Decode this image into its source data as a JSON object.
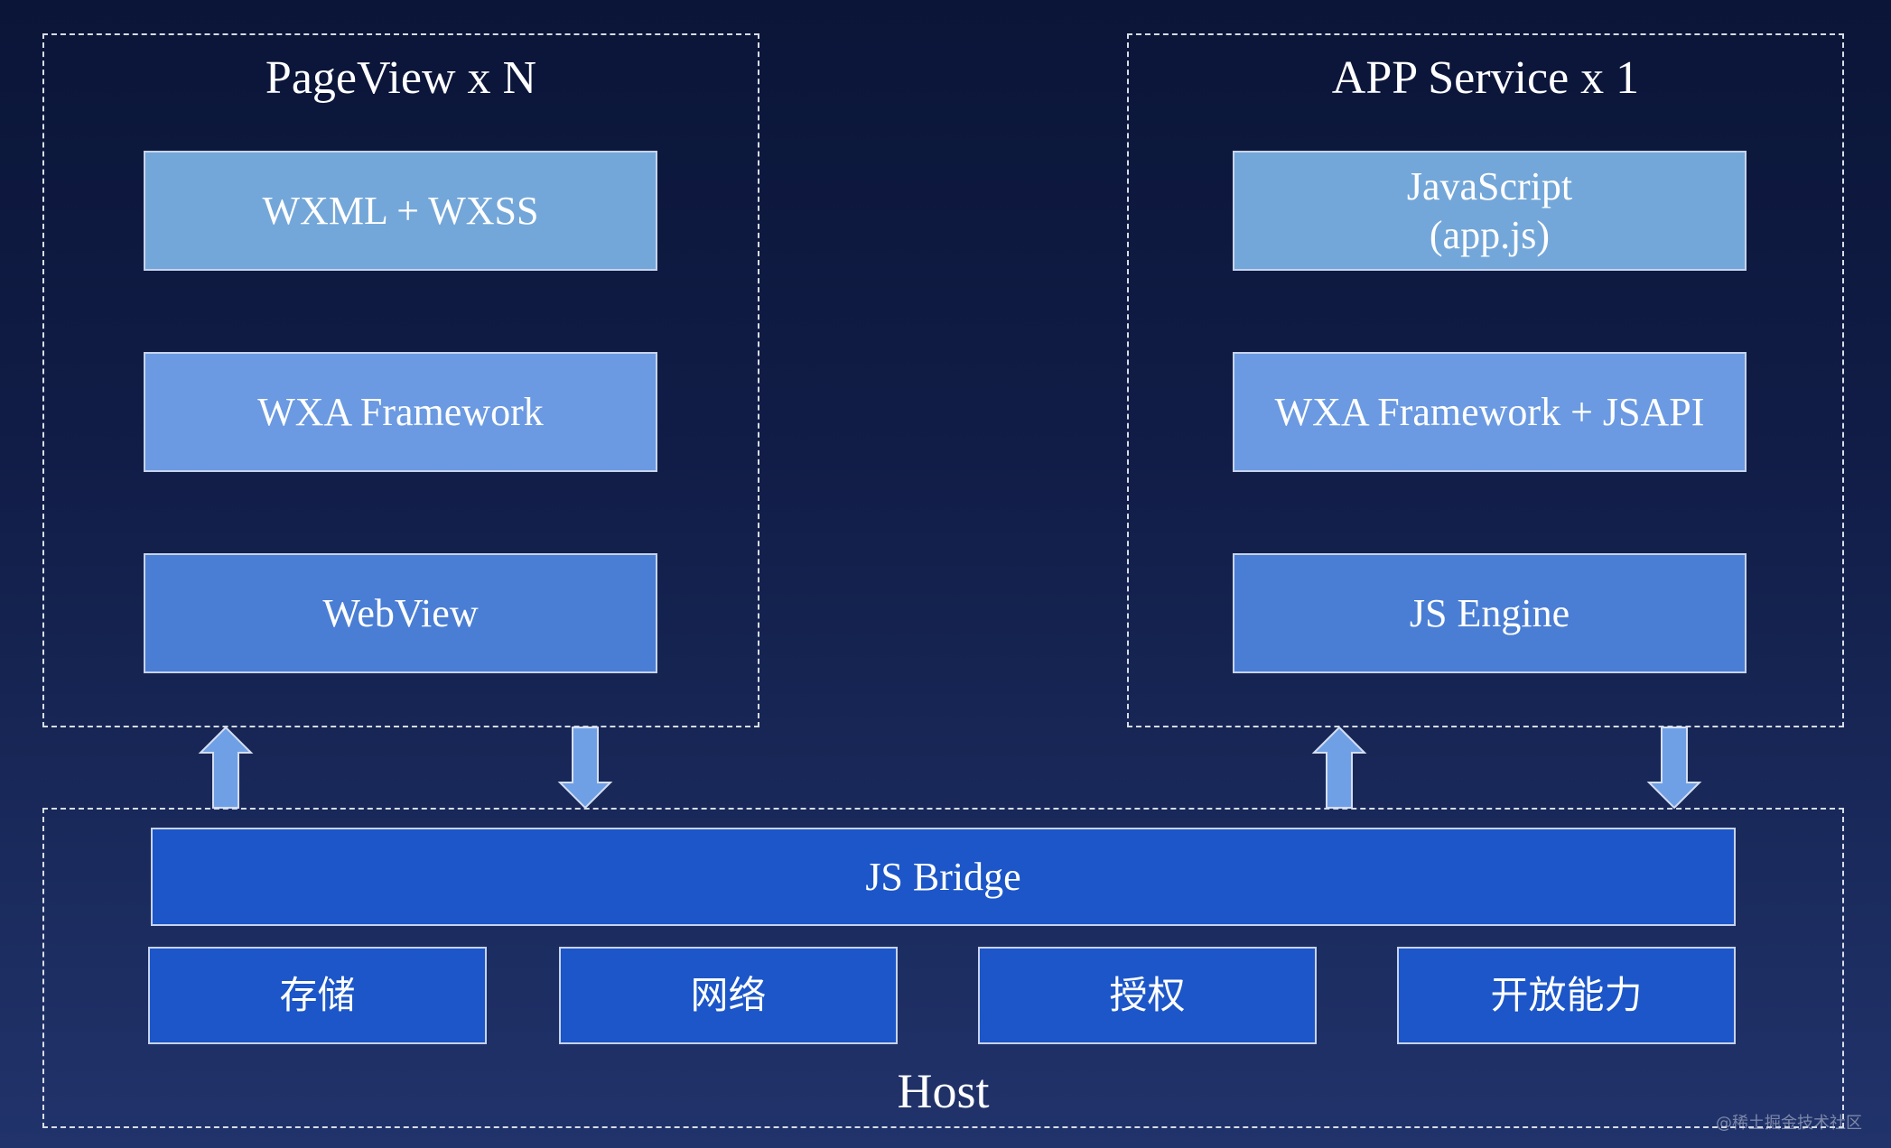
{
  "pageview": {
    "title": "PageView x N",
    "layers": [
      "WXML + WXSS",
      "WXA Framework",
      "WebView"
    ]
  },
  "appservice": {
    "title": "APP Service x 1",
    "layers": [
      "JavaScript\n(app.js)",
      "WXA Framework + JSAPI",
      "JS Engine"
    ]
  },
  "host": {
    "label": "Host",
    "bridge": "JS Bridge",
    "items": [
      "存储",
      "网络",
      "授权",
      "开放能力"
    ]
  },
  "arrows": [
    {
      "from": "host",
      "to": "pageview",
      "direction": "up"
    },
    {
      "from": "pageview",
      "to": "host",
      "direction": "down"
    },
    {
      "from": "host",
      "to": "appservice",
      "direction": "up"
    },
    {
      "from": "appservice",
      "to": "host",
      "direction": "down"
    }
  ],
  "colors": {
    "background_top": "#0b1538",
    "background_bottom": "#21336b",
    "layer_light": "#74a7d9",
    "layer_mid": "#6b9ae2",
    "layer_dark": "#4a7ed4",
    "bridge": "#1c56c8",
    "arrow": "#6fa0e6"
  },
  "watermark": "@稀土掘金技术社区"
}
